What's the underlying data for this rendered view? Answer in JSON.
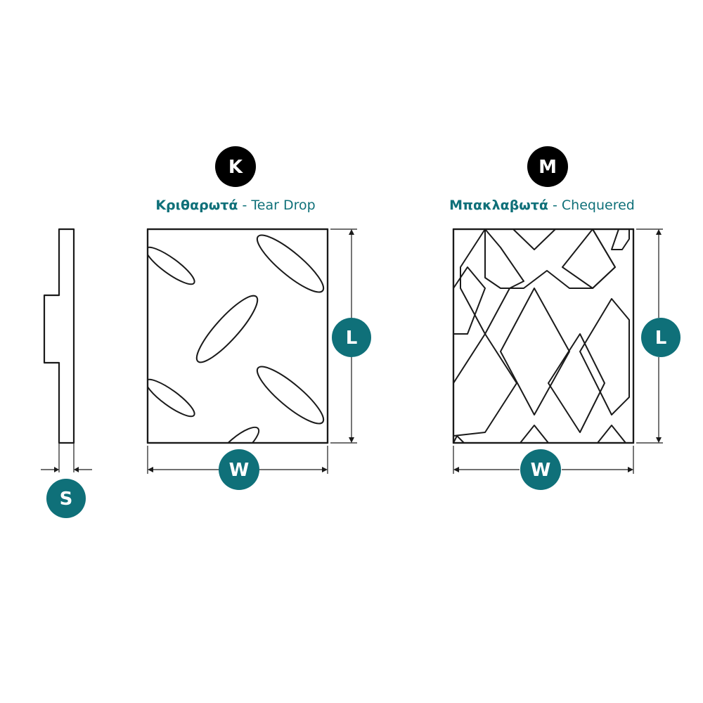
{
  "colors": {
    "teal": "#0f7079",
    "black": "#000000",
    "line": "#1a1a1a"
  },
  "badges": {
    "K": "K",
    "M": "M",
    "S": "S",
    "L_left": "L",
    "W_left": "W",
    "L_right": "L",
    "W_right": "W"
  },
  "titles": {
    "tear_drop_greek": "Κριθαρωτά",
    "tear_drop_english": " - Tear Drop",
    "chequered_greek": "Μπακλαβωτά",
    "chequered_english": " - Chequered"
  }
}
